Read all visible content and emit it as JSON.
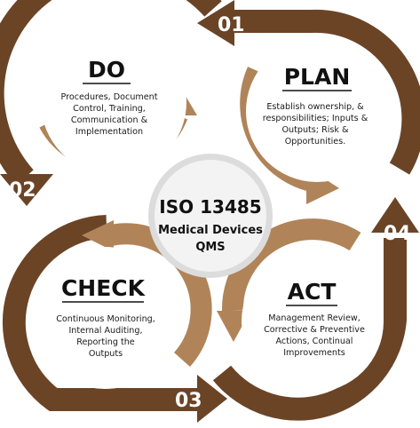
{
  "colors": {
    "dark": "#6b4426",
    "light": "#b08458",
    "center_fill": "#f3f3f3",
    "center_ring": "#dcdcdc"
  },
  "steps": {
    "plan": {
      "number": "01",
      "title": "PLAN",
      "lines": [
        "Establish ownership, &",
        "responsibilities; Inputs &",
        "Outputs; Risk &",
        "Opportunities."
      ]
    },
    "do": {
      "number": "02",
      "title": "DO",
      "lines": [
        "Procedures, Document",
        "Control, Training,",
        "Communication &",
        "Implementation"
      ]
    },
    "check": {
      "number": "03",
      "title": "CHECK",
      "lines": [
        "Continuous Monitoring,",
        "Internal Auditing,",
        "Reporting the",
        "Outputs"
      ]
    },
    "act": {
      "number": "04",
      "title": "ACT",
      "lines": [
        "Management Review,",
        "Corrective & Preventive",
        "Actions, Continual",
        "Improvements"
      ]
    }
  },
  "center": {
    "title": "ISO 13485",
    "subtitle_lines": [
      "Medical Devices",
      "QMS"
    ]
  }
}
